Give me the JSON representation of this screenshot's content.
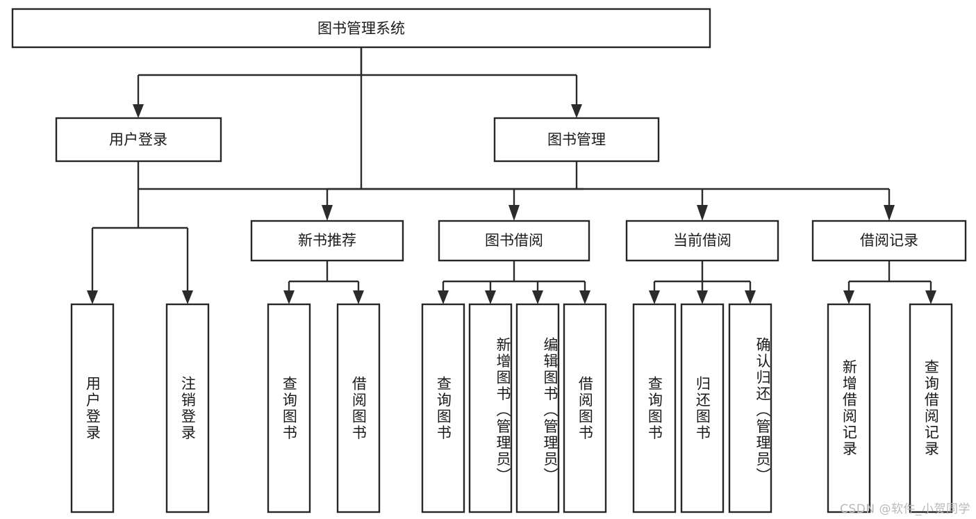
{
  "diagram": {
    "type": "tree-hierarchy",
    "title": "图书管理系统",
    "orientation": "top-down",
    "watermark": "CSDN @软件_小贺同学",
    "colors": {
      "box_stroke": "#262626",
      "box_fill": "#ffffff",
      "connector": "#2b2b2b",
      "text": "#1a1a1a",
      "watermark": "#b9b9b9",
      "background": "#ffffff"
    },
    "levels": {
      "root": {
        "label": "图书管理系统"
      },
      "level2": [
        {
          "label": "用户登录"
        },
        {
          "label": "图书管理"
        }
      ],
      "level3": [
        {
          "label": "新书推荐"
        },
        {
          "label": "图书借阅"
        },
        {
          "label": "当前借阅"
        },
        {
          "label": "借阅记录"
        }
      ],
      "leaves": [
        {
          "label": "用户登录",
          "parent": "用户登录"
        },
        {
          "label": "注销登录",
          "parent": "用户登录"
        },
        {
          "label": "查询图书",
          "parent": "新书推荐"
        },
        {
          "label": "借阅图书",
          "parent": "新书推荐"
        },
        {
          "label": "查询图书",
          "parent": "图书借阅"
        },
        {
          "label": "新增图书（管理员）",
          "parent": "图书借阅"
        },
        {
          "label": "编辑图书（管理员）",
          "parent": "图书借阅"
        },
        {
          "label": "借阅图书",
          "parent": "图书借阅"
        },
        {
          "label": "查询图书",
          "parent": "当前借阅"
        },
        {
          "label": "归还图书",
          "parent": "当前借阅"
        },
        {
          "label": "确认归还（管理员）",
          "parent": "当前借阅"
        },
        {
          "label": "新增借阅记录",
          "parent": "借阅记录"
        },
        {
          "label": "查询借阅记录",
          "parent": "借阅记录"
        }
      ]
    }
  }
}
